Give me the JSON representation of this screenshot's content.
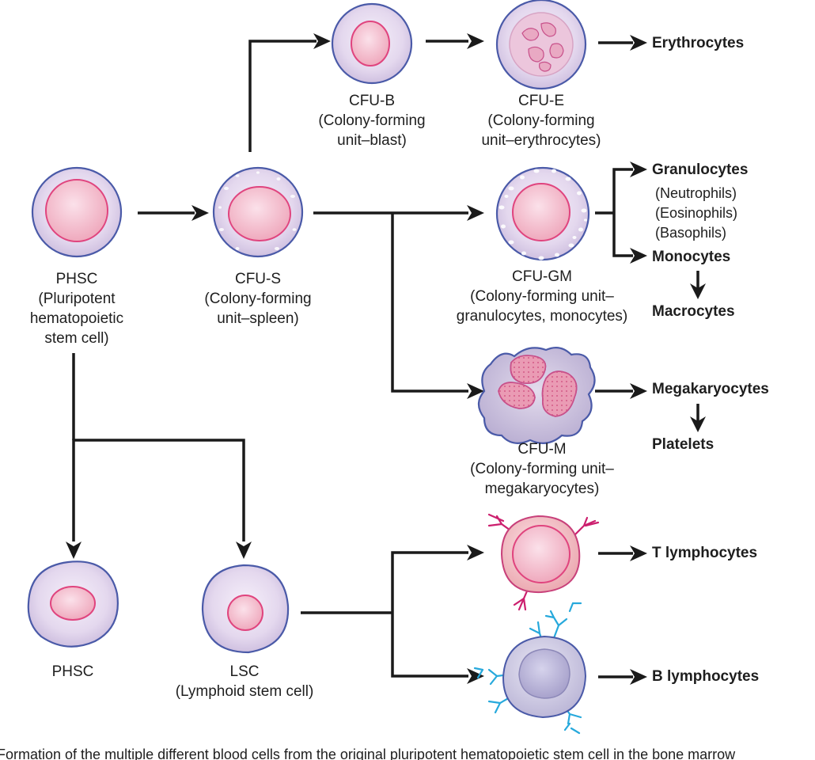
{
  "labels": {
    "phsc_top": [
      "PHSC",
      "(Pluripotent",
      "hematopoietic",
      "stem cell)"
    ],
    "cfu_s": [
      "CFU-S",
      "(Colony-forming",
      "unit–spleen)"
    ],
    "cfu_b": [
      "CFU-B",
      "(Colony-forming",
      "unit–blast)"
    ],
    "cfu_e": [
      "CFU-E",
      "(Colony-forming",
      "unit–erythrocytes)"
    ],
    "cfu_gm": [
      "CFU-GM",
      "(Colony-forming unit–",
      "granulocytes, monocytes)"
    ],
    "cfu_m": [
      "CFU-M",
      "(Colony-forming unit–",
      "megakaryocytes)"
    ],
    "phsc_bottom": [
      "PHSC"
    ],
    "lsc": [
      "LSC",
      "(Lymphoid stem cell)"
    ]
  },
  "outputs": {
    "erythrocytes": "Erythrocytes",
    "granulocytes": "Granulocytes",
    "granulocyte_types": [
      "(Neutrophils)",
      "(Eosinophils)",
      "(Basophils)"
    ],
    "monocytes": "Monocytes",
    "macrocytes": "Macrocytes",
    "megakaryocytes": "Megakaryocytes",
    "platelets": "Platelets",
    "t_lymphocytes": "T lymphocytes",
    "b_lymphocytes": "B lymphocytes"
  },
  "caption": "Formation of the multiple different blood cells from the original pluripotent hematopoietic stem cell in the bone marrow",
  "colors": {
    "arrow": "#1a1a1a",
    "cell_fill": "#e6dcf0",
    "cell_edge": "#4a5aa8",
    "nucleus_fill": "#f2b9c9",
    "nucleus_edge": "#e0447e",
    "t_receptor": "#cc1f6e",
    "b_receptor": "#27a9dc",
    "b_cell_fill": "#d7d4ea"
  }
}
